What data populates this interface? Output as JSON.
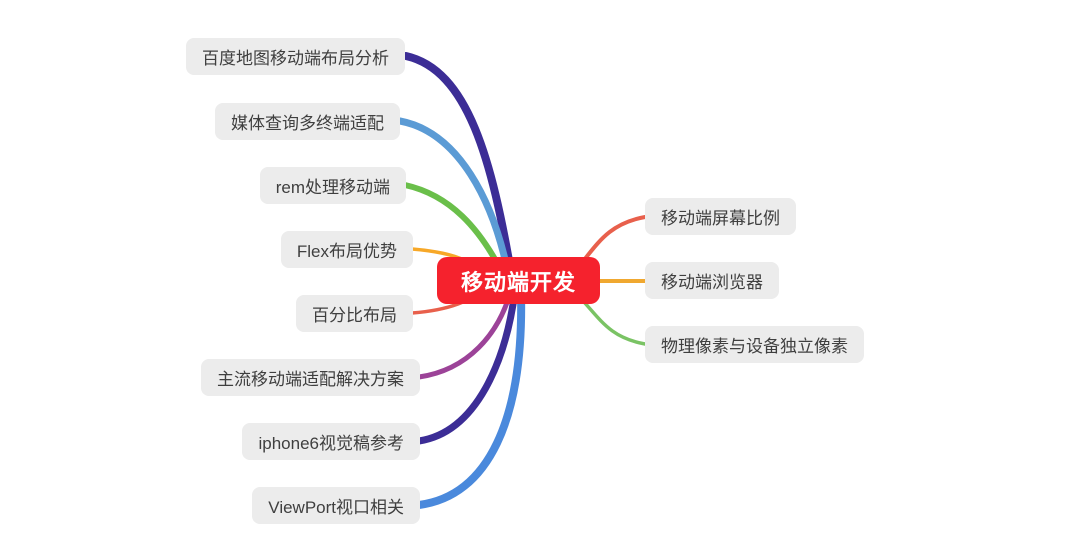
{
  "center": {
    "label": "移动端开发",
    "bg_color": "#f5222d",
    "text_color": "#ffffff"
  },
  "branch_node_style": {
    "bg_color": "#ececec",
    "text_color": "#3f3f3f"
  },
  "left_branches": [
    {
      "label": "百度地图移动端布局分析",
      "line_color": "#3c2d96"
    },
    {
      "label": "媒体查询多终端适配",
      "line_color": "#5b9bd5"
    },
    {
      "label": "rem处理移动端",
      "line_color": "#6abf4a"
    },
    {
      "label": "Flex布局优势",
      "line_color": "#f7a828"
    },
    {
      "label": "百分比布局",
      "line_color": "#e8604c"
    },
    {
      "label": "主流移动端适配解决方案",
      "line_color": "#9c4398"
    },
    {
      "label": "iphone6视觉稿参考",
      "line_color": "#3c2d96"
    },
    {
      "label": "ViewPort视口相关",
      "line_color": "#4a89dc"
    }
  ],
  "right_branches": [
    {
      "label": "移动端屏幕比例",
      "line_color": "#e8604c"
    },
    {
      "label": "移动端浏览器",
      "line_color": "#f0a830"
    },
    {
      "label": "物理像素与设备独立像素",
      "line_color": "#7ac364"
    }
  ]
}
